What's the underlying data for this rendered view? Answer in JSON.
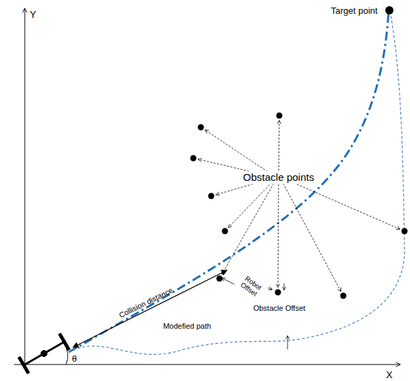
{
  "diagram": {
    "labels": [
      "Y",
      "Target point",
      "Obstacle points",
      "Collision distance",
      "Robot Offset",
      "Obstacle Offset",
      "Modefied path",
      "θ",
      "X"
    ]
  }
}
